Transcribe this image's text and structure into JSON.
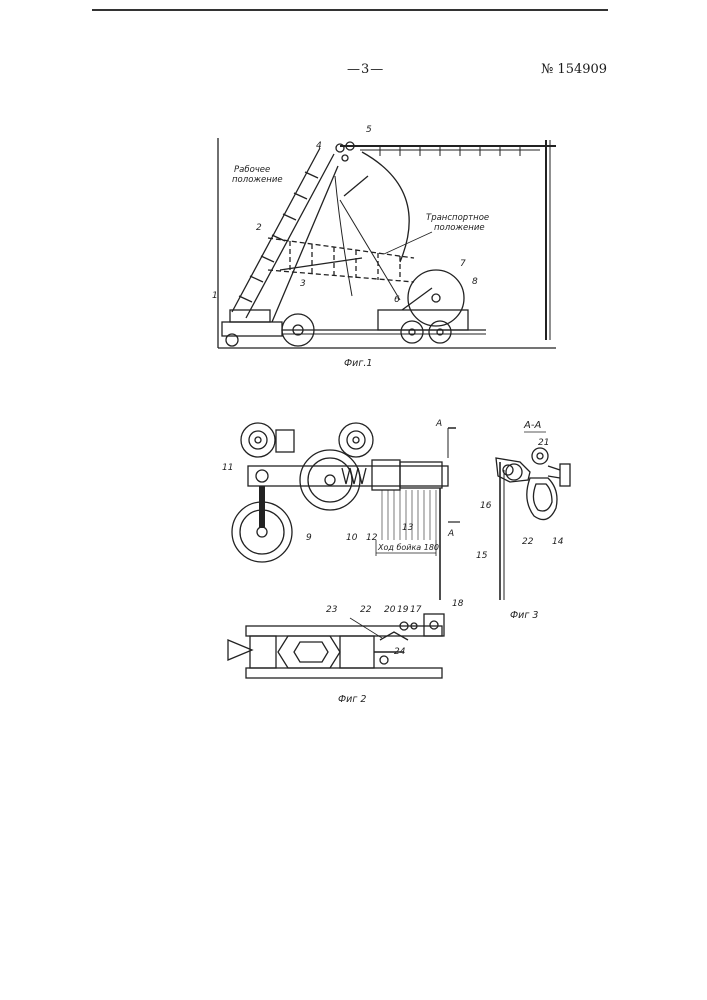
{
  "header": {
    "page_number": "—3—",
    "patent_number": "№ 154909"
  },
  "fig1": {
    "caption": "Фиг.1",
    "label_working": [
      "Рабочее",
      "положение"
    ],
    "label_transport": [
      "Транспортное",
      "положение"
    ],
    "parts": [
      "1",
      "2",
      "3",
      "4",
      "5",
      "6",
      "7",
      "8"
    ]
  },
  "fig2": {
    "caption": "Фиг 2",
    "stroke_label": "Ход бойка 180",
    "section_mark": "А",
    "parts_top": [
      "11",
      "9",
      "10",
      "12",
      "13"
    ],
    "parts_bottom": [
      "23",
      "22",
      "20",
      "19",
      "17",
      "18",
      "24"
    ]
  },
  "fig3": {
    "caption": "Фиг 3",
    "section_title": "А-А",
    "parts": [
      "21",
      "16",
      "15",
      "22",
      "14"
    ]
  }
}
